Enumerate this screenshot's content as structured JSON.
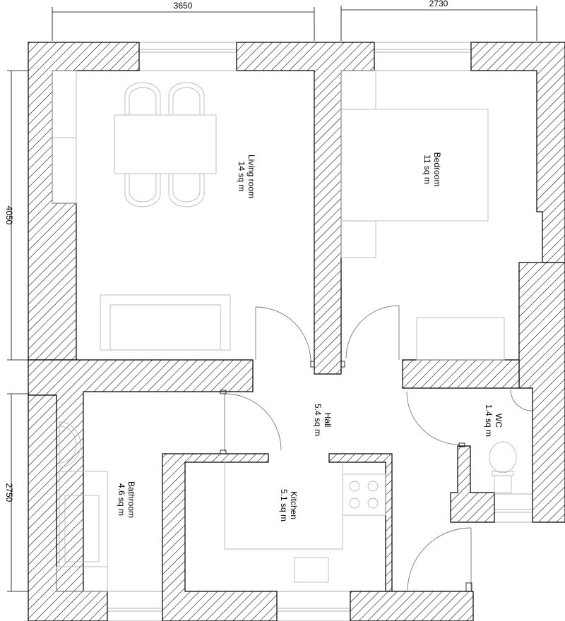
{
  "dimensions": {
    "top_left": "3650",
    "top_right": "2730",
    "left_top": "4050",
    "left_bottom": "2750"
  },
  "rooms": {
    "living_room": {
      "name": "Living room",
      "area": "14 sq m"
    },
    "bedroom": {
      "name": "Bedroom",
      "area": "11 sq m"
    },
    "hall": {
      "name": "Hall",
      "area": "5.4 sq m"
    },
    "wc": {
      "name": "WC",
      "area": "1.4 sq m"
    },
    "bathroom": {
      "name": "Bathroom",
      "area": "4.6 sq m"
    },
    "kitchen": {
      "name": "Kitchen",
      "area": "5.1 sq m"
    }
  }
}
